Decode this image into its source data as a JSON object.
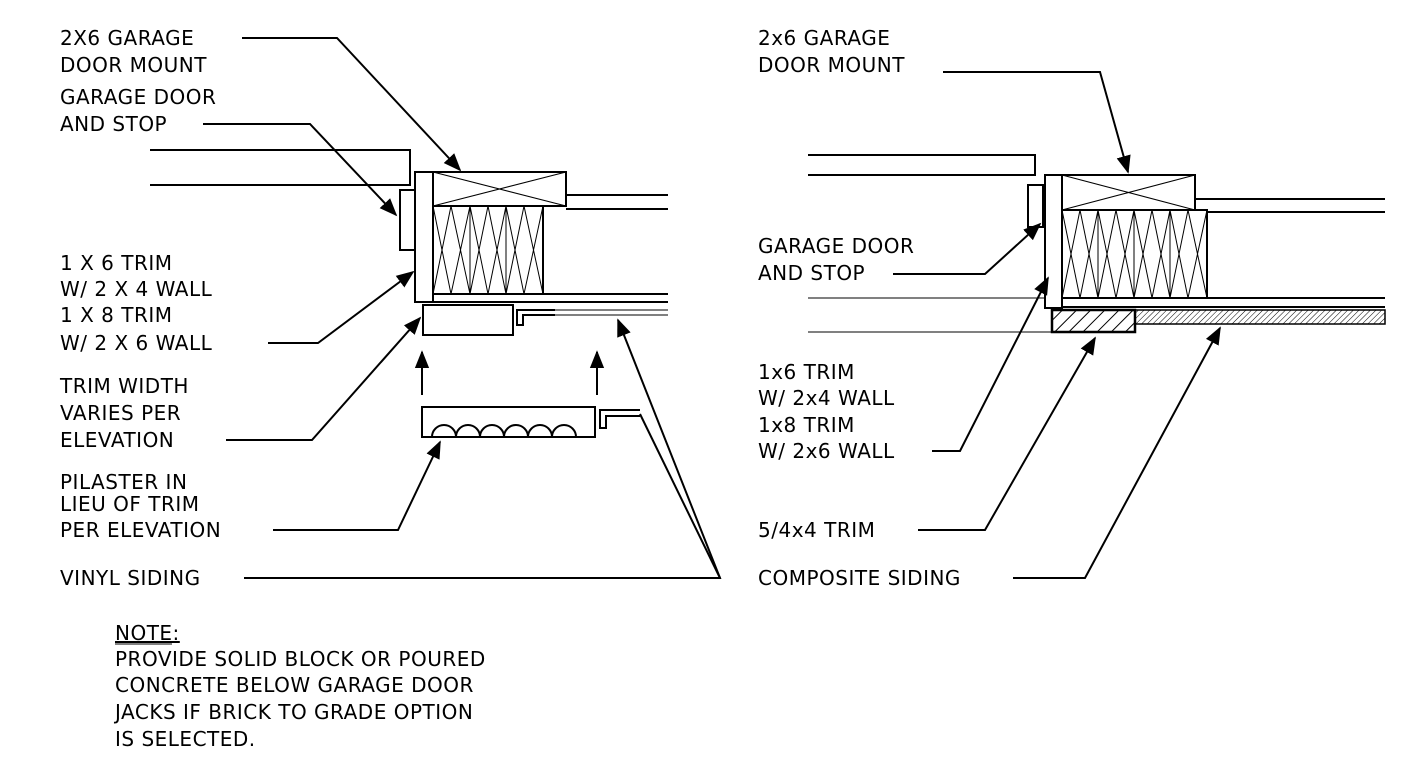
{
  "left_detail": {
    "labels": {
      "door_mount_1": "2X6 GARAGE",
      "door_mount_2": "DOOR MOUNT",
      "door_stop_1": "GARAGE DOOR",
      "door_stop_2": "AND STOP",
      "trim_1": "1 X 6 TRIM",
      "trim_2": "W/ 2 X 4 WALL",
      "trim_3": "1 X 8 TRIM",
      "trim_4": "W/ 2 X 6 WALL",
      "trim_width_1": "TRIM WIDTH",
      "trim_width_2": "VARIES PER",
      "trim_width_3": "ELEVATION",
      "pilaster_1": "PILASTER IN",
      "pilaster_2": "LIEU OF TRIM",
      "pilaster_3": "PER ELEVATION",
      "siding": "VINYL SIDING"
    },
    "note": {
      "title": "NOTE:",
      "line_1": "PROVIDE SOLID BLOCK OR POURED",
      "line_2": "CONCRETE BELOW GARAGE DOOR",
      "line_3": "JACKS IF BRICK TO GRADE OPTION",
      "line_4": "IS SELECTED."
    }
  },
  "right_detail": {
    "labels": {
      "door_mount_1": "2x6 GARAGE",
      "door_mount_2": "DOOR MOUNT",
      "door_stop_1": "GARAGE DOOR",
      "door_stop_2": "AND STOP",
      "trim_1": "1x6 TRIM",
      "trim_2": "W/ 2x4 WALL",
      "trim_3": "1x8 TRIM",
      "trim_4": "W/ 2x6 WALL",
      "trim_54": "5/4x4 TRIM",
      "siding": "COMPOSITE SIDING"
    }
  }
}
